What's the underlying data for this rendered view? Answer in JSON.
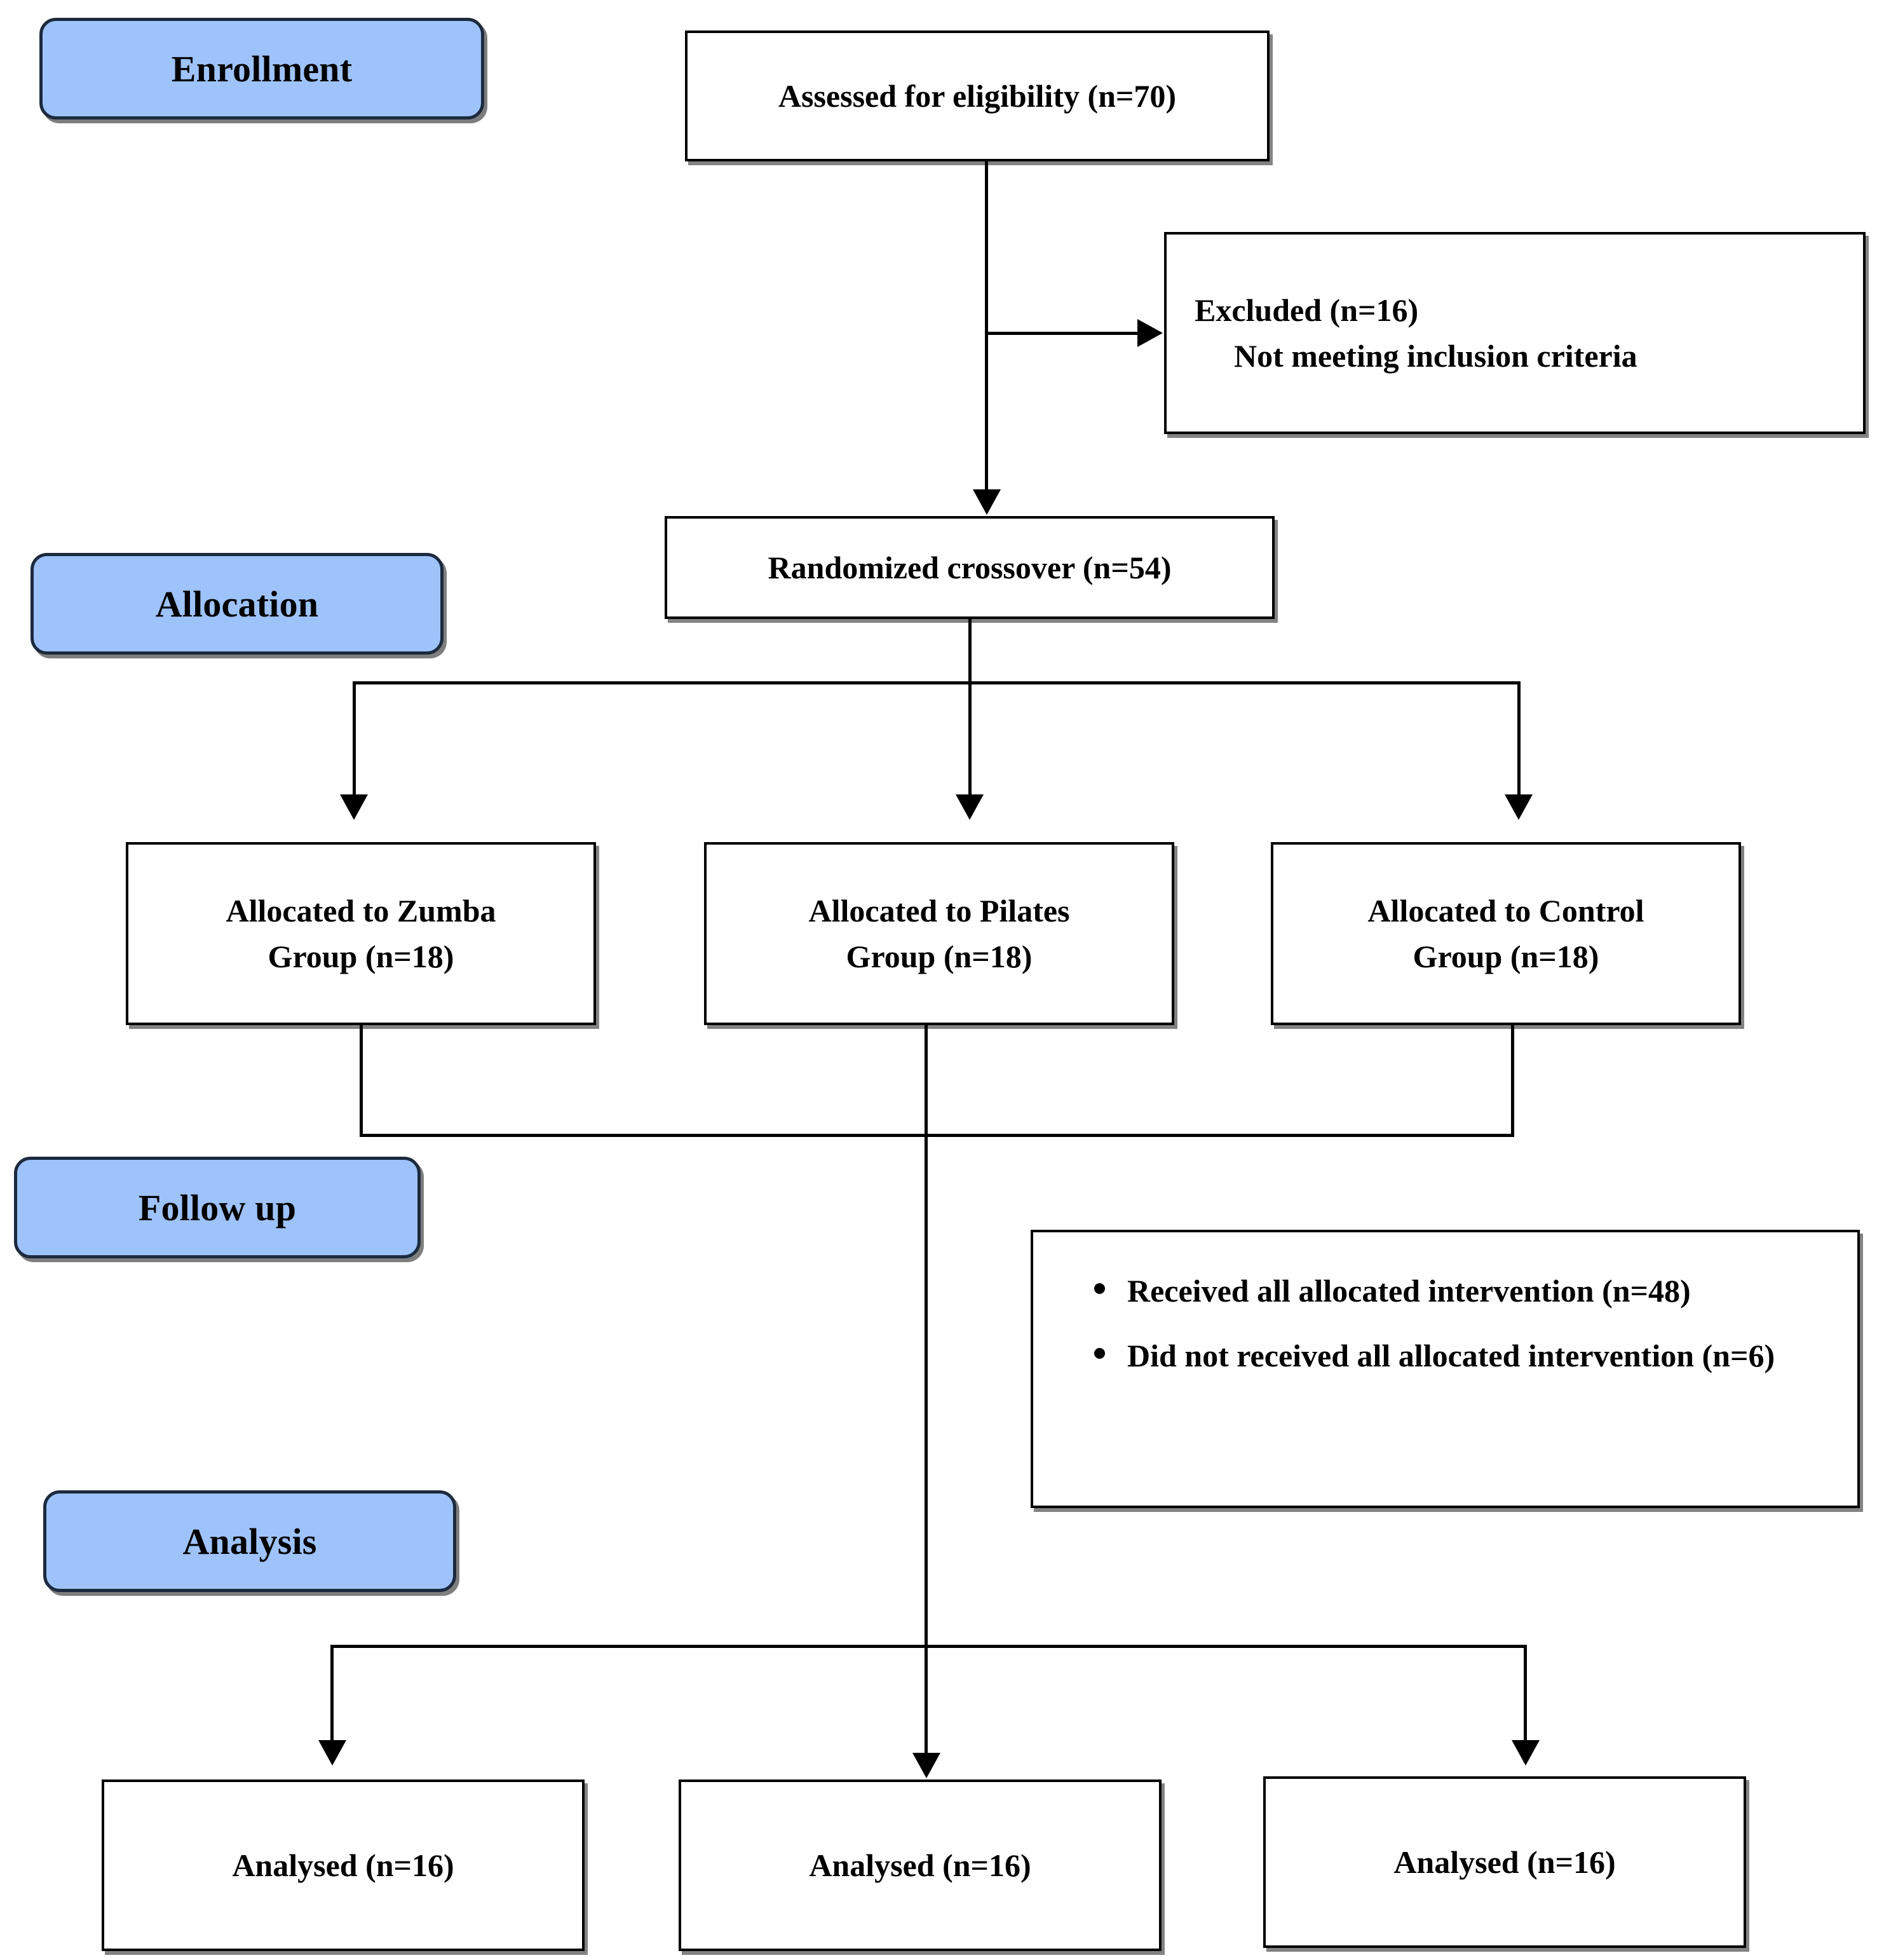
{
  "diagram": {
    "type": "CONSORT participant flow diagram",
    "phases": [
      {
        "key": "enrollment",
        "label": "Enrollment"
      },
      {
        "key": "allocation",
        "label": "Allocation"
      },
      {
        "key": "followup",
        "label": "Follow up"
      },
      {
        "key": "analysis",
        "label": "Analysis"
      }
    ],
    "boxes": {
      "assessed": {
        "line1": "Assessed for eligibility (n=70)"
      },
      "excluded": {
        "line1": "Excluded (n=16)",
        "line2": "Not meeting inclusion criteria"
      },
      "randomized": {
        "line1": "Randomized crossover (n=54)"
      },
      "alloc_zumba": {
        "line1": "Allocated to Zumba",
        "line2": "Group (n=18)"
      },
      "alloc_pilates": {
        "line1": "Allocated to Pilates",
        "line2": "Group (n=18)"
      },
      "alloc_control": {
        "line1": "Allocated to Control",
        "line2": "Group (n=18)"
      },
      "followup_list": {
        "bullets": [
          "Received all allocated intervention (n=48)",
          "Did not received all allocated intervention (n=6)"
        ]
      },
      "analysed_zumba": {
        "line1": "Analysed (n=16)"
      },
      "analysed_pilates": {
        "line1": "Analysed (n=16)"
      },
      "analysed_control": {
        "line1": "Analysed (n=16)"
      }
    },
    "colors": {
      "phase_fill": "#9EC3FA",
      "phase_border": "#1C2A3E",
      "box_border": "#000000",
      "connector": "#000000",
      "background": "#FFFFFF"
    }
  },
  "chart_data": {
    "type": "diagram",
    "title": "CONSORT flow diagram",
    "nodes": [
      {
        "id": "assessed",
        "stage": "Enrollment",
        "label": "Assessed for eligibility",
        "n": 70
      },
      {
        "id": "excluded",
        "stage": "Enrollment",
        "label": "Excluded — Not meeting inclusion criteria",
        "n": 16
      },
      {
        "id": "randomized",
        "stage": "Allocation",
        "label": "Randomized crossover",
        "n": 54
      },
      {
        "id": "alloc_zumba",
        "stage": "Allocation",
        "label": "Allocated to Zumba Group",
        "n": 18
      },
      {
        "id": "alloc_pilates",
        "stage": "Allocation",
        "label": "Allocated to Pilates Group",
        "n": 18
      },
      {
        "id": "alloc_control",
        "stage": "Allocation",
        "label": "Allocated to Control Group",
        "n": 18
      },
      {
        "id": "received",
        "stage": "Follow up",
        "label": "Received all allocated intervention",
        "n": 48
      },
      {
        "id": "not_received",
        "stage": "Follow up",
        "label": "Did not received all allocated intervention",
        "n": 6
      },
      {
        "id": "analysed_zumba",
        "stage": "Analysis",
        "label": "Analysed",
        "n": 16
      },
      {
        "id": "analysed_pilates",
        "stage": "Analysis",
        "label": "Analysed",
        "n": 16
      },
      {
        "id": "analysed_control",
        "stage": "Analysis",
        "label": "Analysed",
        "n": 16
      }
    ],
    "edges": [
      {
        "from": "assessed",
        "to": "excluded"
      },
      {
        "from": "assessed",
        "to": "randomized"
      },
      {
        "from": "randomized",
        "to": "alloc_zumba"
      },
      {
        "from": "randomized",
        "to": "alloc_pilates"
      },
      {
        "from": "randomized",
        "to": "alloc_control"
      },
      {
        "from": "alloc_zumba",
        "to": "analysed_zumba"
      },
      {
        "from": "alloc_pilates",
        "to": "analysed_pilates"
      },
      {
        "from": "alloc_control",
        "to": "analysed_control"
      }
    ]
  }
}
